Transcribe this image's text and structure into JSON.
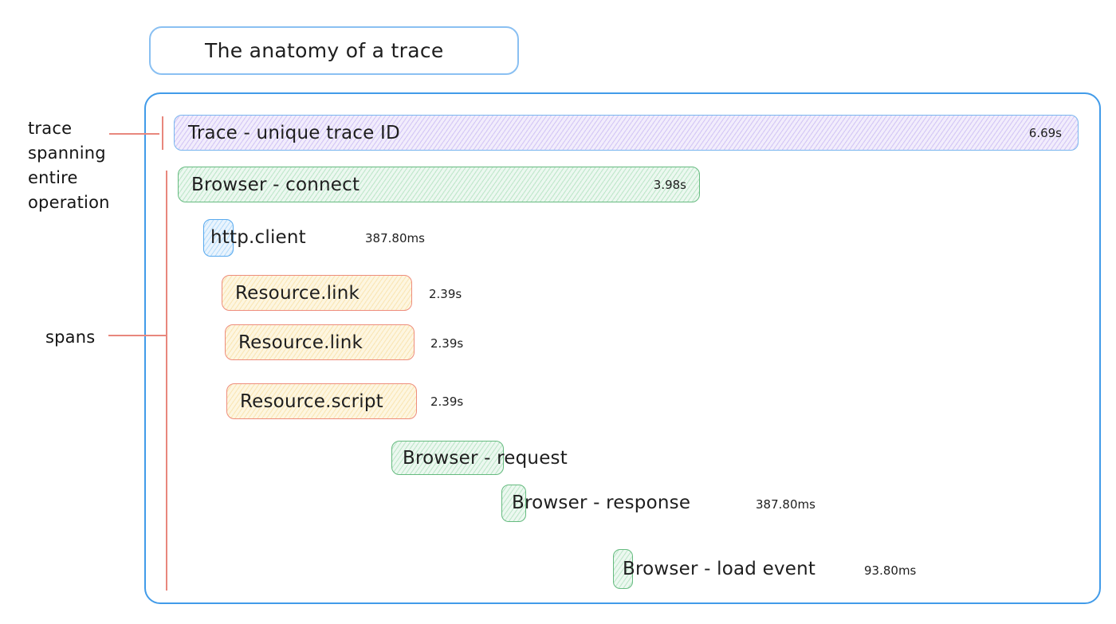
{
  "title": "The anatomy of a trace",
  "annotations": {
    "trace_note_lines": [
      "trace",
      "spanning",
      "entire",
      "operation"
    ],
    "spans_note": "spans"
  },
  "trace": {
    "label": "Trace - unique trace ID",
    "duration": "6.69s"
  },
  "spans": [
    {
      "name": "browser-connect",
      "label": "Browser - connect",
      "duration": "3.98s"
    },
    {
      "name": "http-client",
      "label": "http.client",
      "duration": "387.80ms"
    },
    {
      "name": "resource-link-1",
      "label": "Resource.link",
      "duration": "2.39s"
    },
    {
      "name": "resource-link-2",
      "label": "Resource.link",
      "duration": "2.39s"
    },
    {
      "name": "resource-script",
      "label": "Resource.script",
      "duration": "2.39s"
    },
    {
      "name": "browser-request",
      "label": "Browser - request"
    },
    {
      "name": "browser-response",
      "label": "Browser - response",
      "duration": "387.80ms"
    },
    {
      "name": "browser-load-event",
      "label": "Browser - load event",
      "duration": "93.80ms"
    }
  ],
  "colors": {
    "container_border": "#419be9",
    "title_border": "#8ac0f2",
    "trace_border": "#7ab6ef",
    "trace_fill": "#f2edfc",
    "green_border": "#66bb80",
    "green_fill": "#ecf8f0",
    "blue_border": "#58a9ee",
    "blue_fill": "#eaf4fd",
    "yellow_border": "#ee8d7c",
    "yellow_fill": "#fdf6e1",
    "annotation_line_red": "#e8877d",
    "text": "#1e1e1e"
  }
}
